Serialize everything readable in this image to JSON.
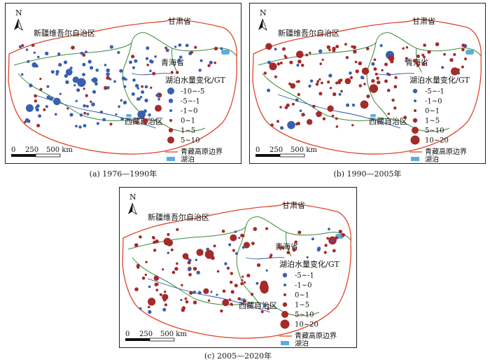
{
  "north_label": "N",
  "labels": {
    "xinjiang": "新疆维吾尔自治区",
    "gansu": "甘肃省",
    "qinghai": "青海省",
    "xizang": "西藏自治区"
  },
  "scale": {
    "zero": "0",
    "mid": "250",
    "end": "500 km"
  },
  "colors": {
    "decrease": "#3a5fb0",
    "increase": "#a52a2a",
    "plateau_boundary": "#e0452b",
    "province_boundary": "#3d8a3d",
    "river": "#2a4fa8",
    "lake": "#5aaee0"
  },
  "legend_common": {
    "title": "湖泊水量变化/GT",
    "boundary": "青藏高原边界",
    "lake": "湖泊"
  },
  "panels": [
    {
      "caption": "(a) 1976—1990年",
      "legend_items": [
        {
          "label": "-10~-5",
          "kind": "decrease",
          "size": 5
        },
        {
          "label": "-5~-1",
          "kind": "decrease",
          "size": 3.2
        },
        {
          "label": "-1~0",
          "kind": "decrease",
          "size": 2
        },
        {
          "label": "0~1",
          "kind": "increase",
          "size": 2
        },
        {
          "label": "1~5",
          "kind": "increase",
          "size": 3.2
        },
        {
          "label": "5~10",
          "kind": "increase",
          "size": 5
        }
      ]
    },
    {
      "caption": "(b) 1990—2005年",
      "legend_items": [
        {
          "label": "-5~-1",
          "kind": "decrease",
          "size": 3.2
        },
        {
          "label": "-1~0",
          "kind": "decrease",
          "size": 2
        },
        {
          "label": "0~1",
          "kind": "increase",
          "size": 2
        },
        {
          "label": "1~5",
          "kind": "increase",
          "size": 3.2
        },
        {
          "label": "5~10",
          "kind": "increase",
          "size": 5
        },
        {
          "label": "10~20",
          "kind": "increase",
          "size": 6.5
        }
      ]
    },
    {
      "caption": "(c) 2005—2020年",
      "legend_items": [
        {
          "label": "-5~-1",
          "kind": "decrease",
          "size": 3.2
        },
        {
          "label": "-1~0",
          "kind": "decrease",
          "size": 2
        },
        {
          "label": "0~1",
          "kind": "increase",
          "size": 2
        },
        {
          "label": "1~5",
          "kind": "increase",
          "size": 3.2
        },
        {
          "label": "5~10",
          "kind": "increase",
          "size": 5
        },
        {
          "label": "10~20",
          "kind": "increase",
          "size": 6.5
        }
      ]
    }
  ]
}
